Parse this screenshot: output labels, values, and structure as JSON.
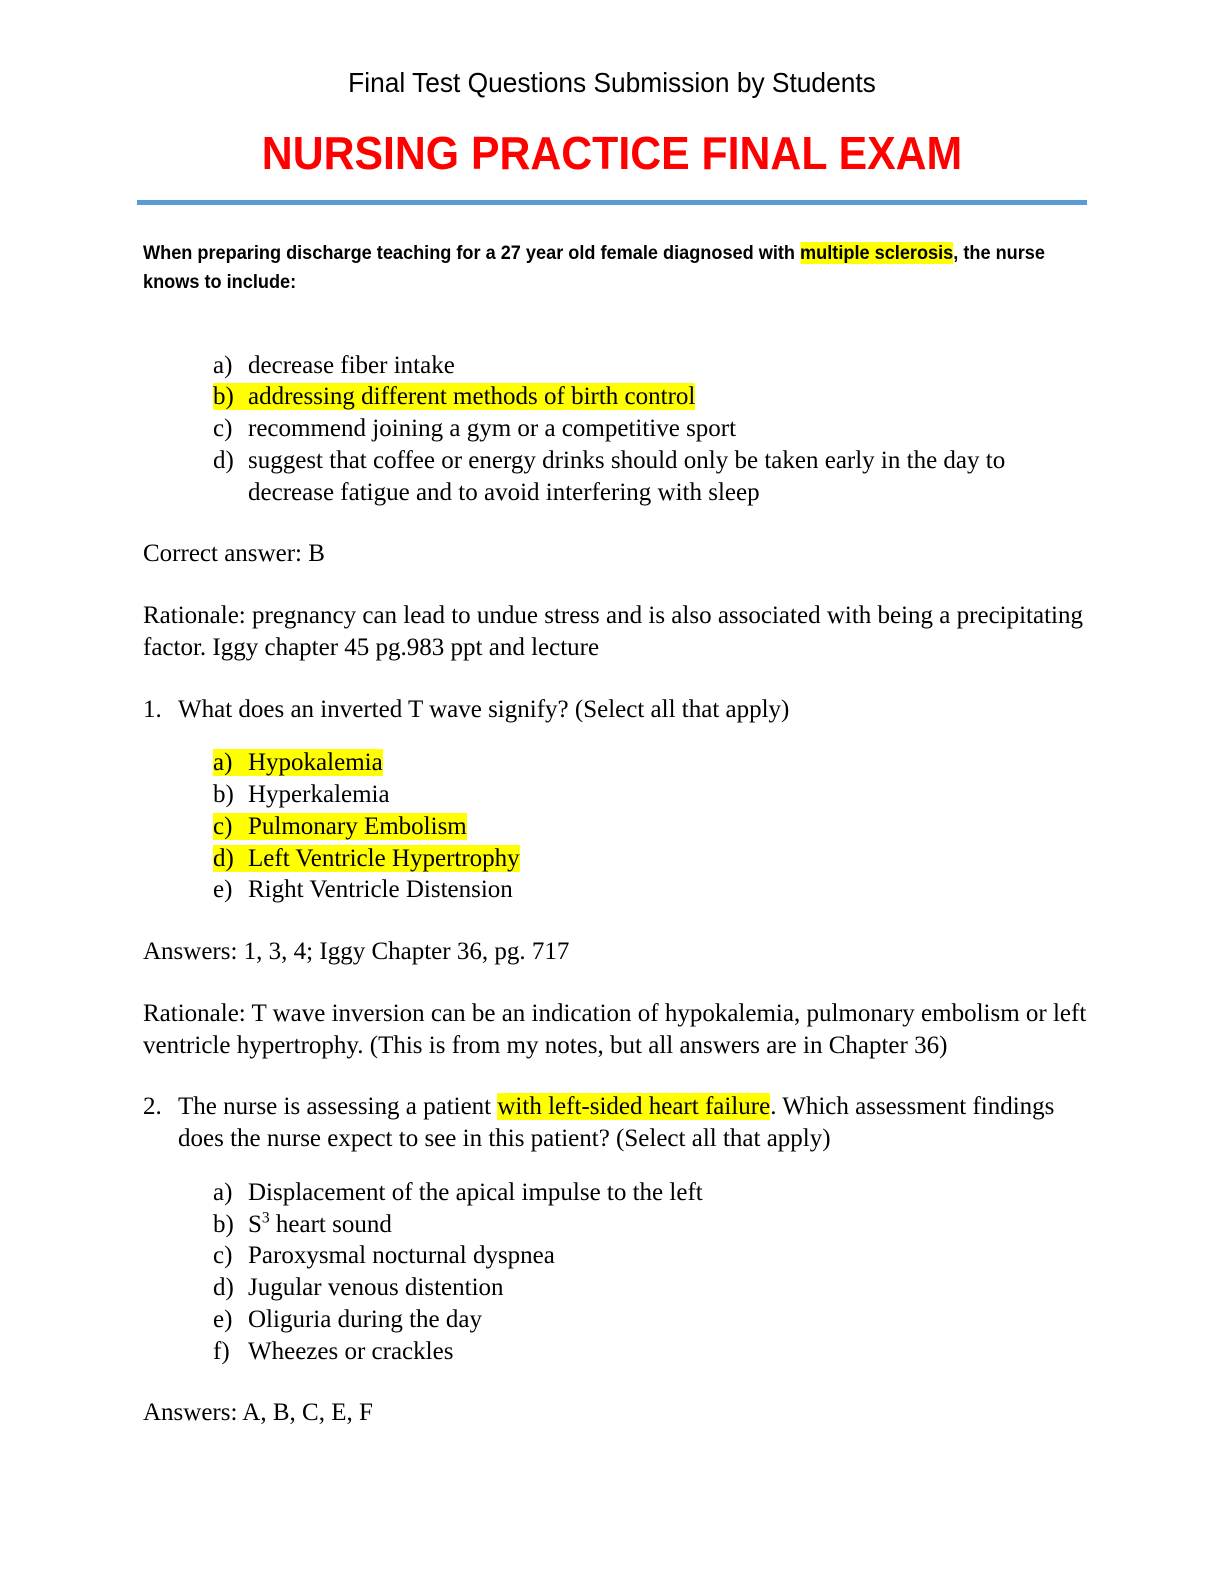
{
  "document": {
    "subtitle": "Final Test Questions Submission by Students",
    "title": "NURSING PRACTICE FINAL EXAM",
    "rule_color": "#5B9BD5",
    "title_color": "#FF0000",
    "highlight_color": "#FFFF00"
  },
  "intro": {
    "before_highlight": "When preparing discharge teaching for a 27 year old female diagnosed with ",
    "highlight": "multiple sclerosis",
    "after_highlight": ", the nurse knows to include:"
  },
  "intro_options": [
    {
      "letter": "a)",
      "text": "decrease fiber intake",
      "highlighted": false
    },
    {
      "letter": "b)",
      "text": "addressing different methods of birth control",
      "highlighted": true
    },
    {
      "letter": "c)",
      "text": "recommend joining a gym or a competitive sport",
      "highlighted": false
    },
    {
      "letter": "d)",
      "text": "suggest that coffee or energy drinks should only be taken early in the day to decrease fatigue and to avoid interfering with sleep",
      "highlighted": false
    }
  ],
  "intro_answer": "Correct answer: B",
  "intro_rationale": "Rationale: pregnancy can lead to undue stress and is also associated with being a precipitating factor. Iggy chapter 45 pg.983 ppt and lecture",
  "question1": {
    "number": "1.",
    "text": "What does an inverted T wave signify?  (Select all that apply)",
    "options": [
      {
        "letter": "a)",
        "text": "Hypokalemia",
        "highlighted": true
      },
      {
        "letter": "b)",
        "text": "Hyperkalemia",
        "highlighted": false
      },
      {
        "letter": "c)",
        "text": "Pulmonary Embolism",
        "highlighted": true
      },
      {
        "letter": "d)",
        "text": "Left Ventricle Hypertrophy",
        "highlighted": true
      },
      {
        "letter": "e)",
        "text": "Right Ventricle Distension",
        "highlighted": false
      }
    ],
    "answers": "Answers: 1, 3, 4; Iggy Chapter 36, pg. 717",
    "rationale": "Rationale: T wave inversion can be an indication of hypokalemia, pulmonary embolism or left ventricle hypertrophy.  (This is from my notes, but all answers are in Chapter 36)"
  },
  "question2": {
    "number": "2.",
    "text_before_highlight": "The nurse is assessing a patient ",
    "text_highlight": "with left-sided heart failure",
    "text_after_highlight": ".  Which assessment findings does the nurse expect to see in this patient? (Select all that apply)",
    "options": [
      {
        "letter": "a)",
        "text": "Displacement of the apical impulse to the left",
        "highlighted": false
      },
      {
        "letter": "b)",
        "text": "S",
        "superscript": "3",
        "text_after": " heart sound",
        "highlighted": false
      },
      {
        "letter": "c)",
        "text": "Paroxysmal nocturnal dyspnea",
        "highlighted": false
      },
      {
        "letter": "d)",
        "text": "Jugular venous distention",
        "highlighted": false
      },
      {
        "letter": "e)",
        "text": "Oliguria during the day",
        "highlighted": false
      },
      {
        "letter": "f)",
        "text": "Wheezes or crackles",
        "highlighted": false
      }
    ],
    "answers": "Answers: A, B, C, E, F"
  }
}
